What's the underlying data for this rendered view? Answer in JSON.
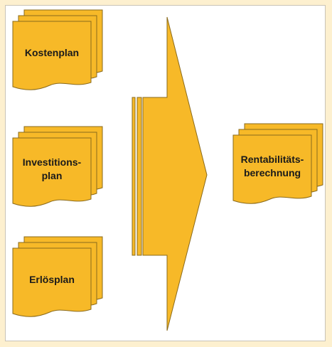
{
  "colors": {
    "fill": "#f7b928",
    "stroke": "#8a6a1b",
    "page_background": "#fdf0cf",
    "canvas_background": "#ffffff"
  },
  "documents": {
    "kostenplan": {
      "label": "Kostenplan"
    },
    "investitionsplan": {
      "label": "Investitions-\nplan"
    },
    "erloesplan": {
      "label": "Erlösplan"
    },
    "rentabilitaet": {
      "label": "Rentabilitäts-\nberechnung"
    }
  },
  "icons": {
    "stack": "document-stack-icon",
    "arrow": "merge-arrow-icon"
  }
}
